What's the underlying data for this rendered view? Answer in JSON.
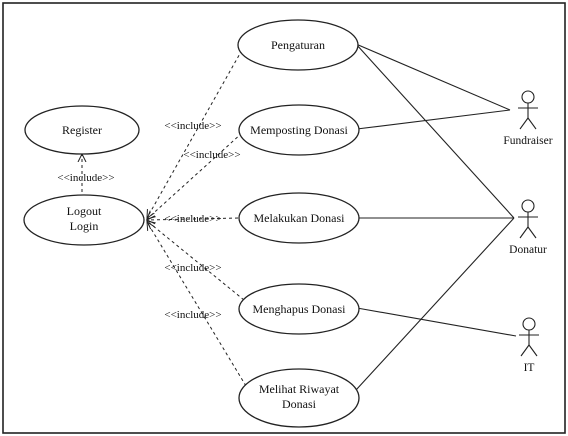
{
  "use_cases": {
    "register": [
      "Register"
    ],
    "login": [
      "Logout",
      "Login"
    ],
    "pengaturan": [
      "Pengaturan"
    ],
    "memposting": [
      "Memposting Donasi"
    ],
    "melakukan": [
      "Melakukan Donasi"
    ],
    "menghapus": [
      "Menghapus Donasi"
    ],
    "melihat": [
      "Melihat Riwayat",
      "Donasi"
    ]
  },
  "actors": {
    "fundraiser": "Fundraiser",
    "donatur": "Donatur",
    "it": "IT"
  },
  "relations": {
    "include_register": "<<include>>",
    "include_pengaturan": "<<include>>",
    "include_memposting": "<<include>>",
    "include_melakukan": "<<include>>",
    "include_menghapus": "<<include>>",
    "include_melihat": "<<include>>"
  }
}
